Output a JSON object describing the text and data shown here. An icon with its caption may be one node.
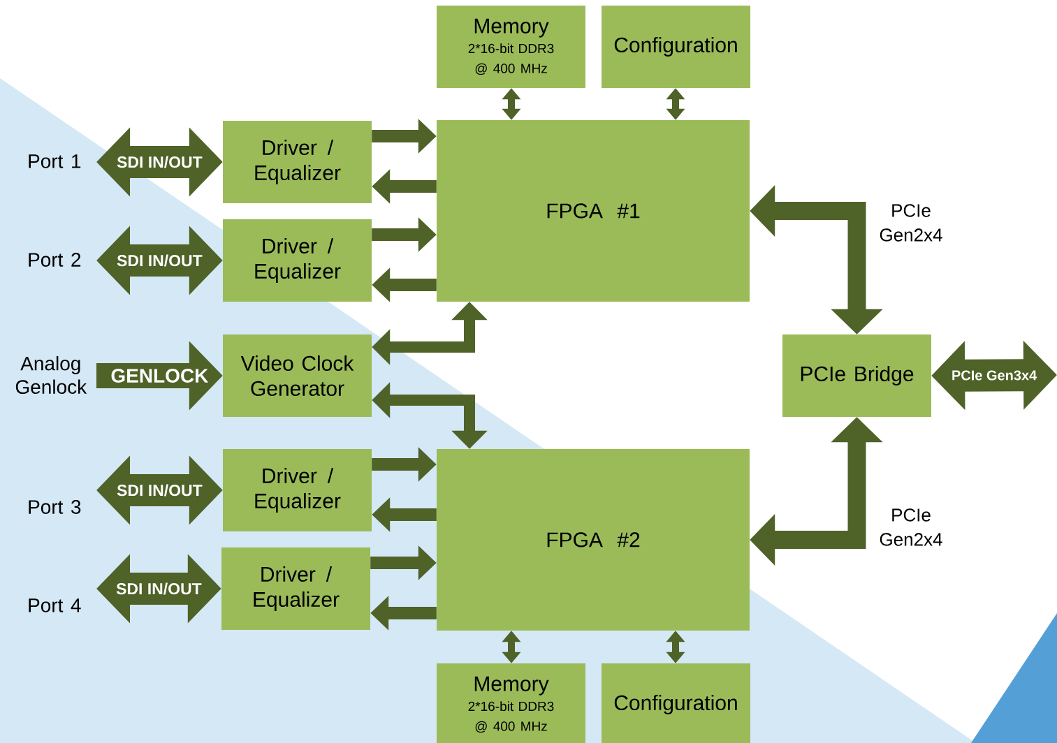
{
  "diagram": {
    "nodes": [
      {
        "text": [
          "Memory",
          "2*16-bit DDR3 @ 400 MHz"
        ]
      },
      {
        "text": [
          "Configuration"
        ]
      },
      {
        "text": [
          "Port 1"
        ]
      },
      {
        "text": [
          "Driver / Equalizer"
        ]
      },
      {
        "text": [
          "Port 2"
        ]
      },
      {
        "text": [
          "Driver / Equalizer"
        ]
      },
      {
        "text": [
          "FPGA #1"
        ]
      },
      {
        "text": [
          "Analog Genlock"
        ]
      },
      {
        "text": [
          "Video Clock Generator"
        ]
      },
      {
        "text": [
          "PCIe Bridge"
        ]
      },
      {
        "text": [
          "Port 3"
        ]
      },
      {
        "text": [
          "Driver / Equalizer"
        ]
      },
      {
        "text": [
          "Port 4"
        ]
      },
      {
        "text": [
          "Driver / Equalizer"
        ]
      },
      {
        "text": [
          "FPGA #2"
        ]
      },
      {
        "text": [
          "Memory",
          "2*16-bit DDR3 @ 400 MHz"
        ]
      },
      {
        "text": [
          "Configuration"
        ]
      }
    ],
    "edges": [
      {
        "from": 0,
        "to": 6,
        "arrow": "both"
      },
      {
        "from": 1,
        "to": 6,
        "arrow": "both"
      },
      {
        "from": 2,
        "to": 3,
        "arrow": "both",
        "label": "SDI IN/OUT",
        "style": "thick"
      },
      {
        "from": 3,
        "to": 6,
        "arrow": "to"
      },
      {
        "from": 6,
        "to": 3,
        "arrow": "to"
      },
      {
        "from": 4,
        "to": 5,
        "arrow": "both",
        "label": "SDI IN/OUT",
        "style": "thick"
      },
      {
        "from": 5,
        "to": 6,
        "arrow": "to"
      },
      {
        "from": 6,
        "to": 5,
        "arrow": "to"
      },
      {
        "from": 7,
        "to": 8,
        "arrow": "to",
        "label": "GENLOCK",
        "style": "thick"
      },
      {
        "from": 8,
        "to": 6,
        "arrow": "both"
      },
      {
        "from": 8,
        "to": 14,
        "arrow": "both"
      },
      {
        "from": 6,
        "to": 9,
        "arrow": "both",
        "label": "PCIe Gen2x4"
      },
      {
        "from": 9,
        "to": null,
        "arrow": "both",
        "label": "PCIe Gen3x4",
        "style": "thick"
      },
      {
        "from": 10,
        "to": 11,
        "arrow": "both",
        "label": "SDI IN/OUT",
        "style": "thick"
      },
      {
        "from": 11,
        "to": 14,
        "arrow": "to"
      },
      {
        "from": 14,
        "to": 11,
        "arrow": "to"
      },
      {
        "from": 12,
        "to": 13,
        "arrow": "both",
        "label": "SDI IN/OUT",
        "style": "thick"
      },
      {
        "from": 13,
        "to": 14,
        "arrow": "to"
      },
      {
        "from": 14,
        "to": 13,
        "arrow": "to"
      },
      {
        "from": 14,
        "to": 9,
        "arrow": "both",
        "label": "PCIe Gen2x4"
      },
      {
        "from": 15,
        "to": 14,
        "arrow": "both"
      },
      {
        "from": 16,
        "to": 14,
        "arrow": "both"
      }
    ]
  }
}
